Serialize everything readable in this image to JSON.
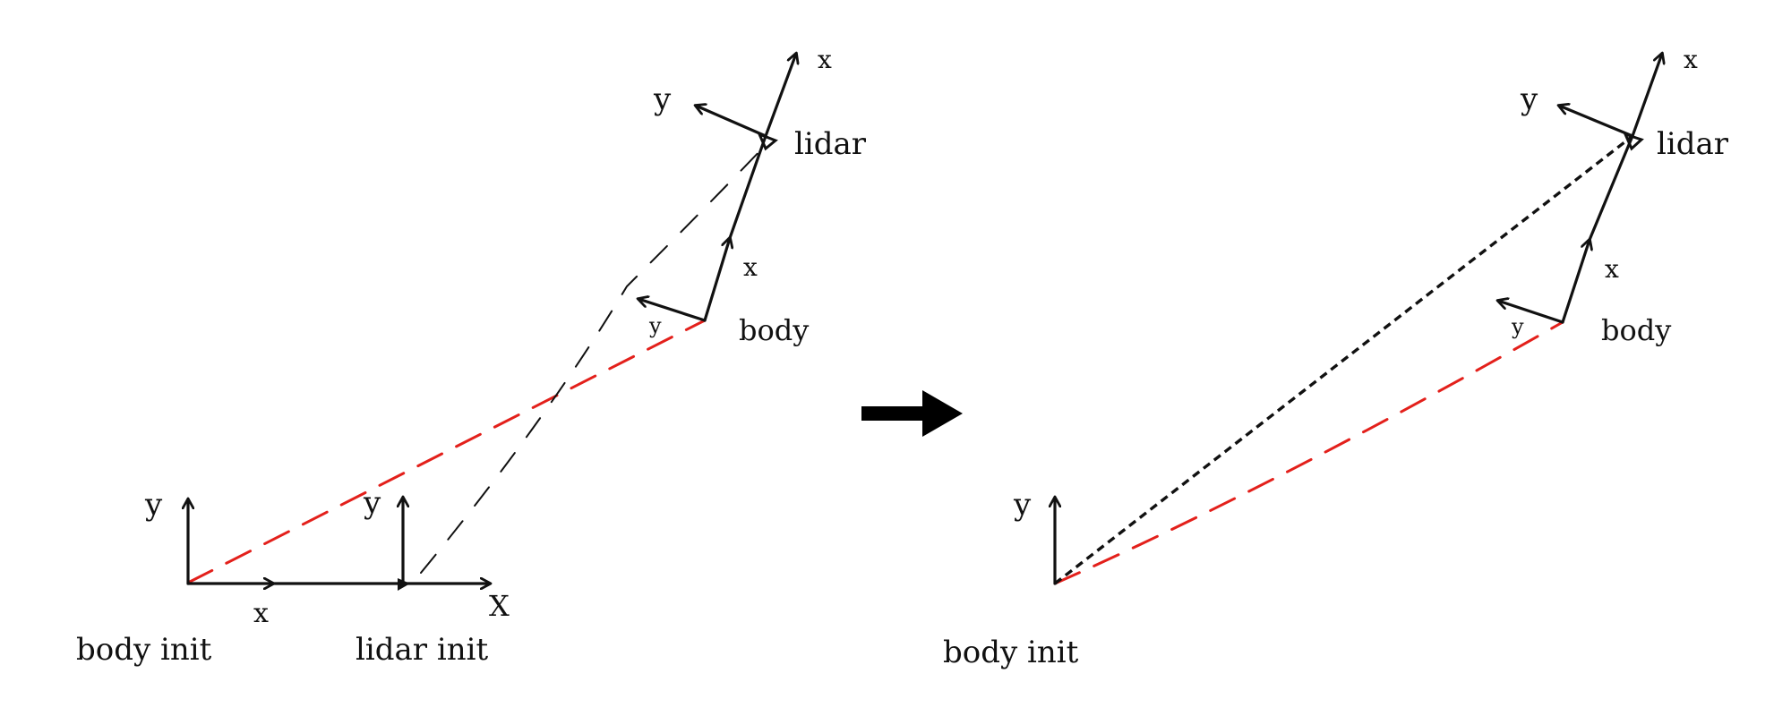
{
  "diagram": {
    "left_panel": {
      "body_init_label": "body init",
      "lidar_init_label": "lidar init",
      "body_label": "body",
      "lidar_label": "lidar",
      "axis_labels": {
        "body_init_x": "x",
        "body_init_y": "y",
        "lidar_init_x": "X",
        "lidar_init_y": "y",
        "body_x": "x",
        "body_y": "y",
        "lidar_x": "x",
        "lidar_y": "y"
      }
    },
    "right_panel": {
      "body_init_label": "body init",
      "body_label": "body",
      "lidar_label": "lidar",
      "axis_labels": {
        "body_init_y": "y",
        "body_x": "x",
        "body_y": "y",
        "lidar_x": "x",
        "lidar_y": "y"
      }
    },
    "colors": {
      "ink": "#111111",
      "red_dash": "#e3201b"
    }
  }
}
